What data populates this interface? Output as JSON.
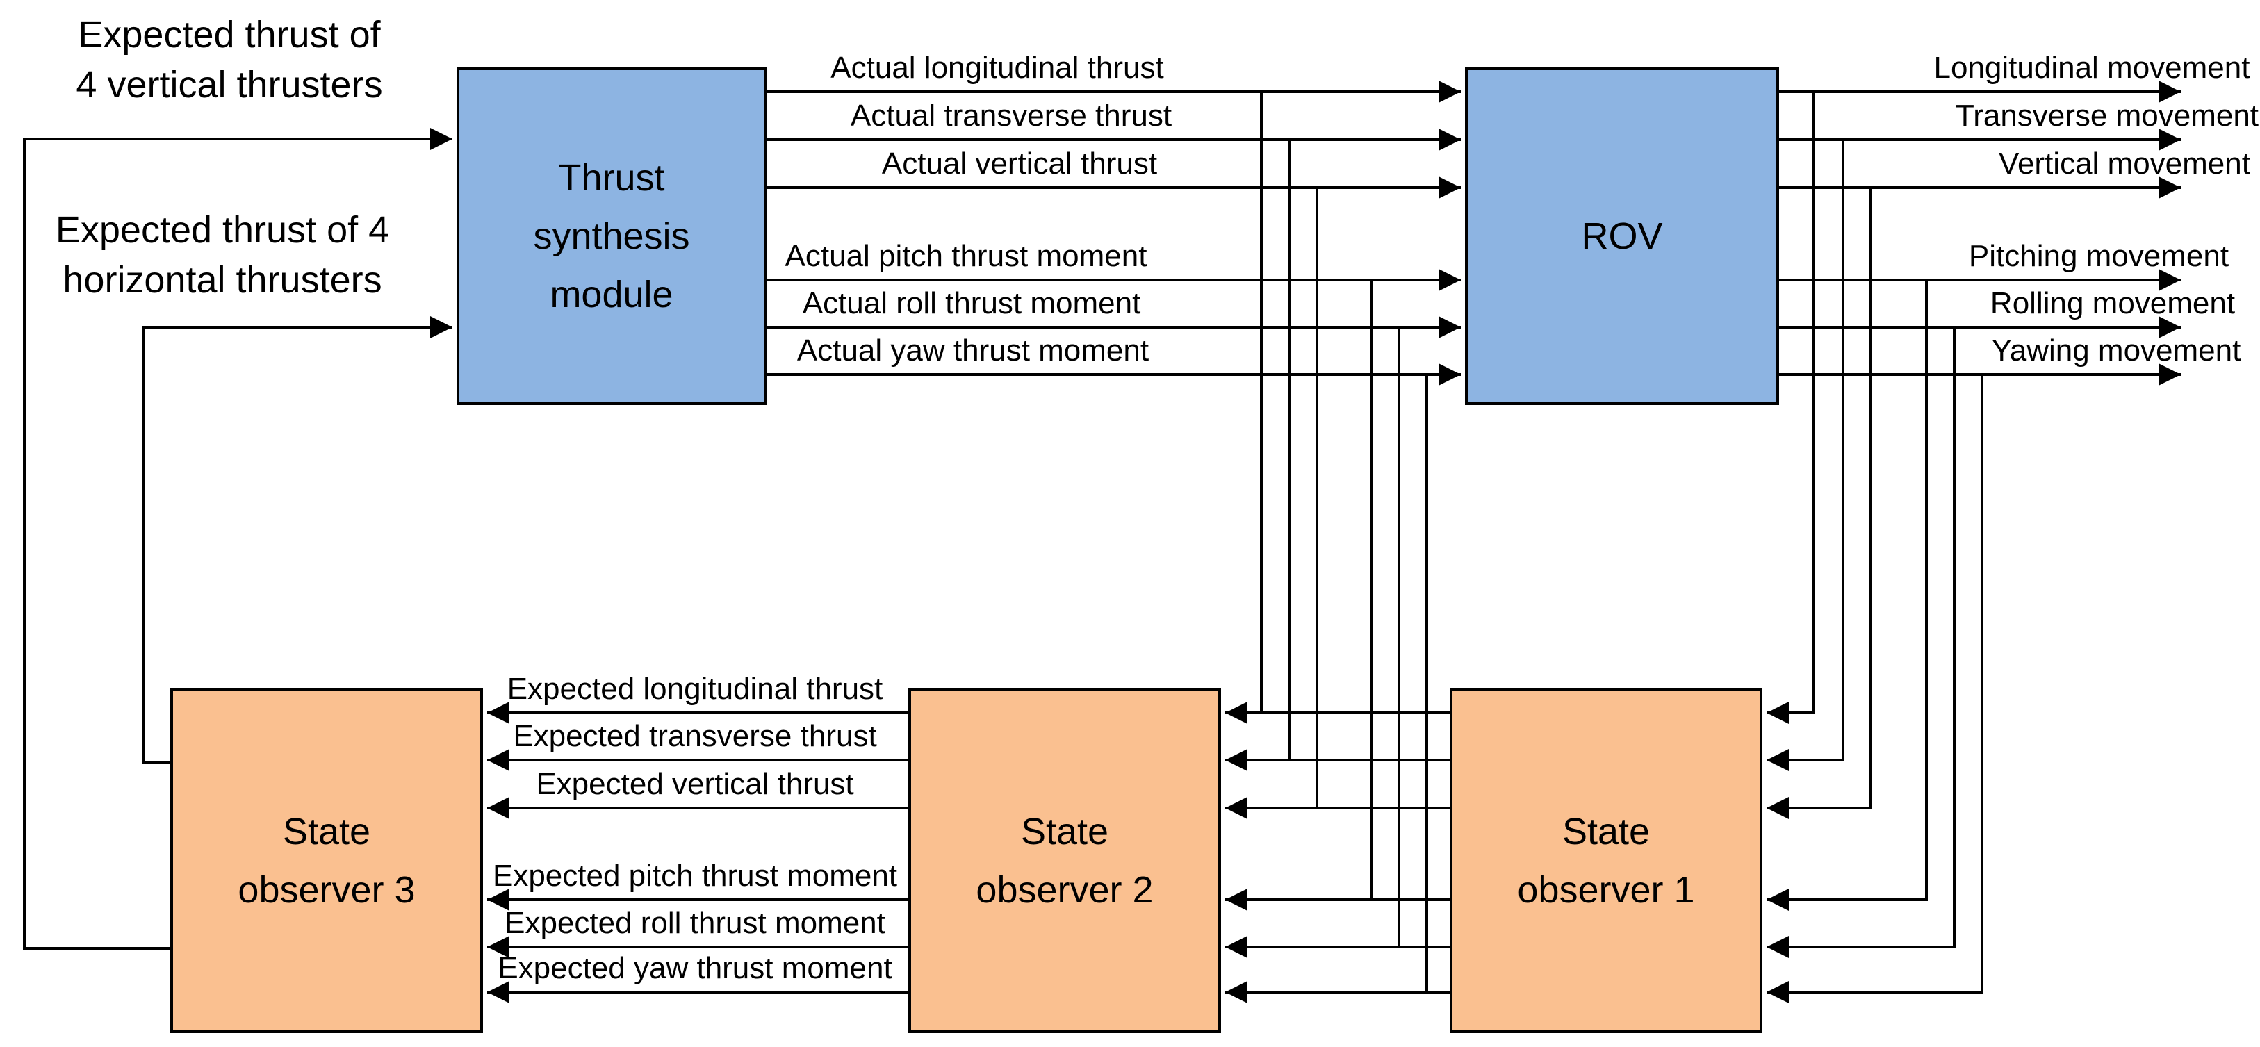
{
  "colors": {
    "module_fill": "#8DB4E2",
    "observer_fill": "#FAC090",
    "line": "#000000",
    "background": "#FFFFFF"
  },
  "nodes": {
    "thrust_synthesis": {
      "lines": [
        "Thrust",
        "synthesis",
        "module"
      ]
    },
    "rov": {
      "label": "ROV"
    },
    "observer3": {
      "lines": [
        "State",
        "observer 3"
      ]
    },
    "observer2": {
      "lines": [
        "State",
        "observer 2"
      ]
    },
    "observer1": {
      "lines": [
        "State",
        "observer 1"
      ]
    }
  },
  "inputs": {
    "vertical": {
      "lines": [
        "Expected thrust of",
        "4 vertical thrusters"
      ]
    },
    "horizontal": {
      "lines": [
        "Expected thrust of 4",
        "horizontal thrusters"
      ]
    }
  },
  "signals": {
    "actual": [
      "Actual longitudinal thrust",
      "Actual transverse thrust",
      "Actual vertical thrust",
      "Actual pitch thrust moment",
      "Actual roll thrust moment",
      "Actual yaw thrust moment"
    ],
    "movement": [
      "Longitudinal movement",
      "Transverse movement",
      "Vertical movement",
      "Pitching movement",
      "Rolling movement",
      "Yawing movement"
    ],
    "expected": [
      "Expected longitudinal thrust",
      "Expected transverse thrust",
      "Expected vertical thrust",
      "Expected pitch thrust moment",
      "Expected roll thrust moment",
      "Expected yaw thrust moment"
    ]
  }
}
